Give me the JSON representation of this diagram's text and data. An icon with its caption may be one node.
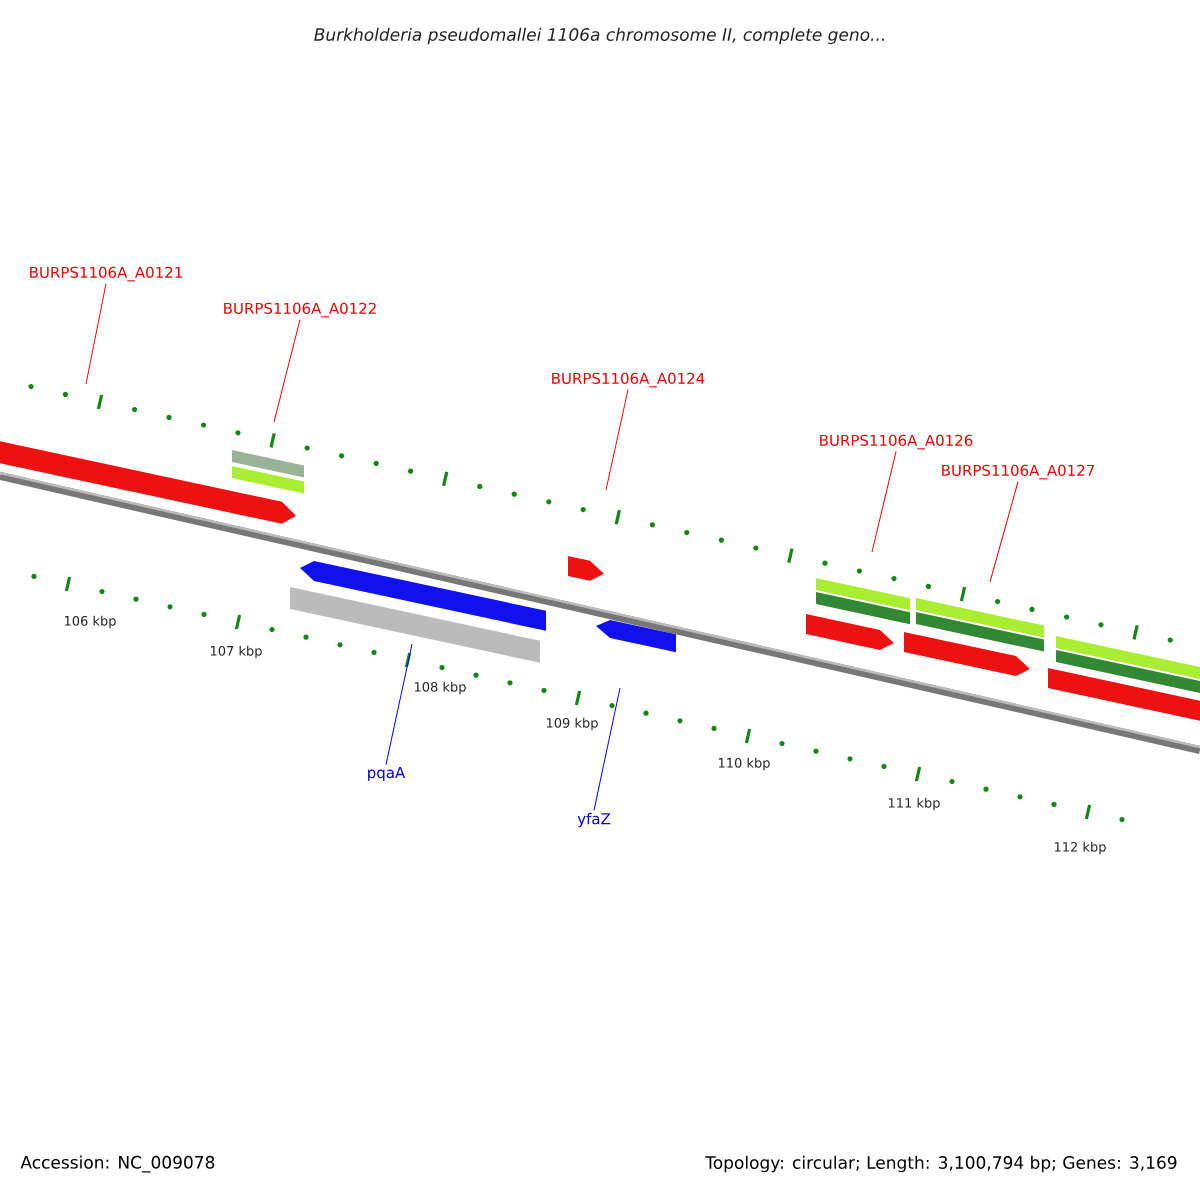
{
  "diagram": {
    "title": "Burkholderia pseudomallei 1106a chromosome II, complete geno...",
    "nodes": [
      {
        "text": [
          "BURPS1106A_A0121"
        ]
      },
      {
        "text": [
          "BURPS1106A_A0122"
        ]
      },
      {
        "text": [
          "BURPS1106A_A0124"
        ]
      },
      {
        "text": [
          "BURPS1106A_A0126"
        ]
      },
      {
        "text": [
          "BURPS1106A_A0127"
        ]
      },
      {
        "text": [
          "pqaA"
        ]
      },
      {
        "text": [
          "yfaZ"
        ]
      }
    ],
    "edges": [
      {
        "from": 0,
        "to": null,
        "arrow": "none"
      },
      {
        "from": 1,
        "to": null,
        "arrow": "none"
      },
      {
        "from": 2,
        "to": null,
        "arrow": "none"
      },
      {
        "from": 3,
        "to": null,
        "arrow": "none"
      },
      {
        "from": 4,
        "to": null,
        "arrow": "none"
      },
      {
        "from": 5,
        "to": null,
        "arrow": "none",
        "color": "#0000ff"
      },
      {
        "from": 6,
        "to": null,
        "arrow": "none",
        "color": "#0000ff"
      }
    ],
    "labels": [
      "106 kbp",
      "107 kbp",
      "108 kbp",
      "109 kbp",
      "110 kbp",
      "111 kbp",
      "112 kbp",
      "Accession: NC_009078",
      "Topology: circular; Length: 3,100,794 bp; Genes: 3,169"
    ]
  }
}
